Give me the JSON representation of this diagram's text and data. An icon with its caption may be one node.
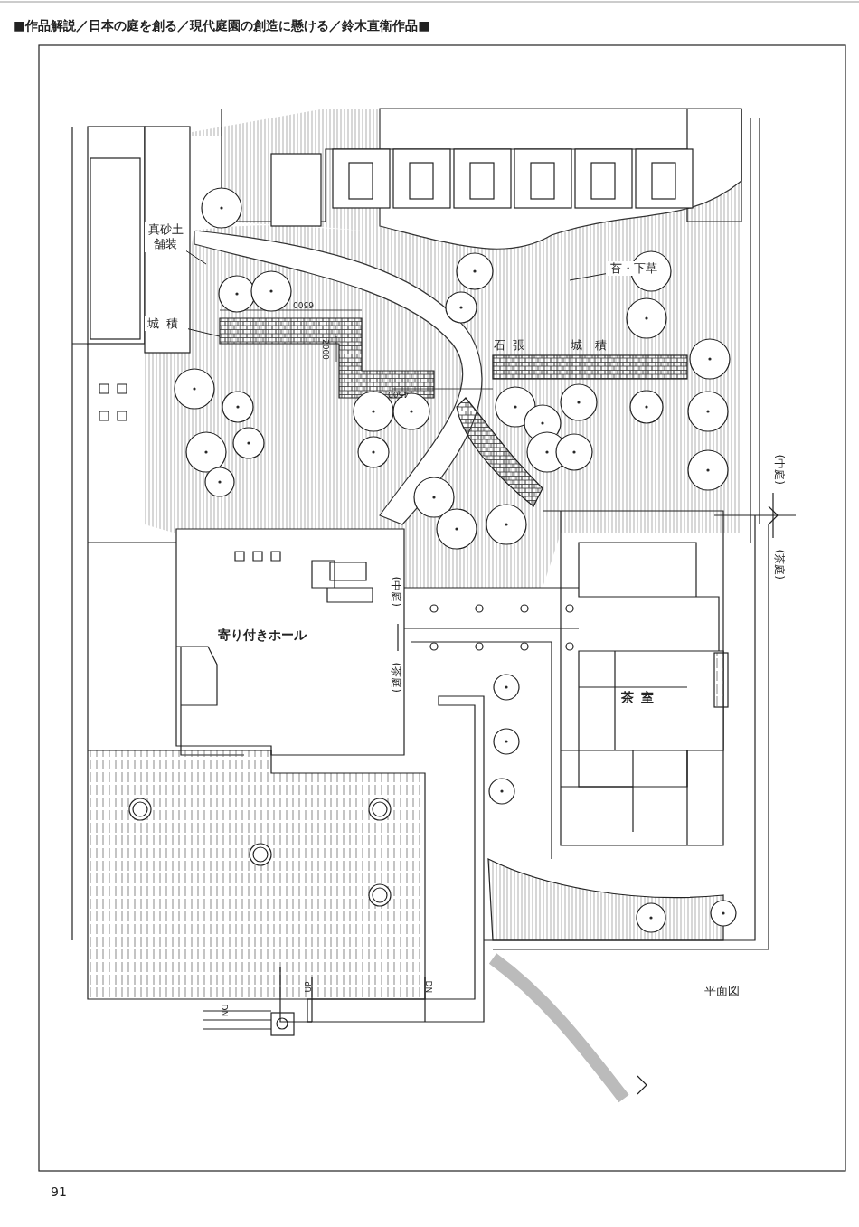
{
  "diagram": {
    "title": "■作品解説／日本の庭を創る／現代庭園の創造に懸ける／鈴木直衛作品■",
    "caption": "平面図",
    "nodes": [
      {
        "text": [
          "真砂土舗装"
        ]
      },
      {
        "text": [
          "城積"
        ]
      },
      {
        "text": [
          "苔・下草"
        ]
      }
    ],
    "edges": [
      {
        "from": 0,
        "to": null,
        "arrow": "none"
      },
      {
        "from": 1,
        "to": null,
        "arrow": "none"
      },
      {
        "from": 2,
        "to": null,
        "arrow": "none"
      }
    ],
    "labels": [
      "6500",
      "2000",
      "石張",
      "城積",
      "4500",
      "(中庭)",
      "寄り付きホール",
      "(茶庭)",
      "(中庭)",
      "(茶庭)",
      "茶室",
      "UP",
      "DN",
      "DN",
      "91"
    ]
  }
}
